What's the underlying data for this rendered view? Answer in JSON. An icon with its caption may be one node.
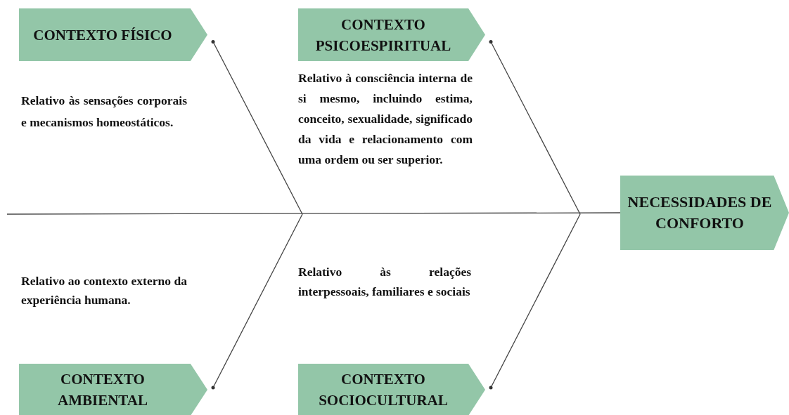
{
  "diagram": {
    "nodes": [
      {
        "text": [
          "CONTEXTO FÍSICO"
        ]
      },
      {
        "text": [
          "Relativo às sensações corporais e mecanismos homeostáticos."
        ]
      },
      {
        "text": [
          "CONTEXTO PSICOESPIRITUAL"
        ]
      },
      {
        "text": [
          "Relativo à consciência interna de si mesmo, incluindo estima, conceito, sexualidade, significado da vida e relacionamento com uma ordem ou ser superior."
        ]
      },
      {
        "text": [
          "NECESSIDADES DE CONFORTO"
        ]
      },
      {
        "text": [
          "Relativo ao contexto externo da experiência humana."
        ]
      },
      {
        "text": [
          "Relativo às relações interpessoais, familiares e sociais"
        ]
      },
      {
        "text": [
          "CONTEXTO AMBIENTAL"
        ]
      },
      {
        "text": [
          "CONTEXTO SOCIOCULTURAL"
        ]
      }
    ],
    "edges": [
      {
        "from": null,
        "to": 4,
        "arrow": "none"
      },
      {
        "from": 0,
        "to": null,
        "arrow": "other"
      },
      {
        "from": 2,
        "to": null,
        "arrow": "other"
      },
      {
        "from": 7,
        "to": null,
        "arrow": "other"
      },
      {
        "from": 8,
        "to": null,
        "arrow": "other"
      }
    ]
  }
}
